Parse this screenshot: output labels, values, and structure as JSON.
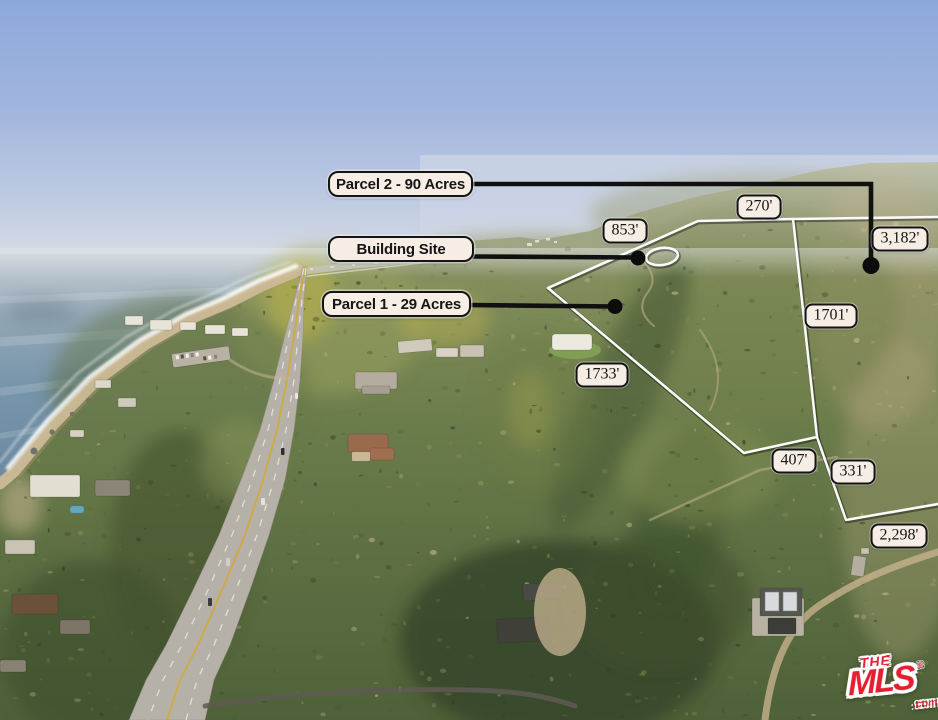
{
  "annotations": {
    "callouts": [
      {
        "label": "Parcel 2 - 90 Acres"
      },
      {
        "label": "Building Site"
      },
      {
        "label": "Parcel 1 - 29 Acres"
      }
    ],
    "measurements": [
      {
        "text": "853'"
      },
      {
        "text": "270'"
      },
      {
        "text": "3,182'"
      },
      {
        "text": "1701'"
      },
      {
        "text": "1733'"
      },
      {
        "text": "407'"
      },
      {
        "text": "331'"
      },
      {
        "text": "2,298'"
      }
    ]
  },
  "logo": {
    "the": "THE",
    "mls": "MLS",
    "reg": "®",
    "tld": ".com"
  },
  "colors": {
    "label_background": "#f6ede4",
    "label_border": "#141414",
    "leader_line": "#101010",
    "parcel_boundary": "#ffffff",
    "logo_red": "#e51e30",
    "sky_top": "#8ca8db",
    "ocean_mid": "#7694aa",
    "hillside_green": "#687a49"
  }
}
